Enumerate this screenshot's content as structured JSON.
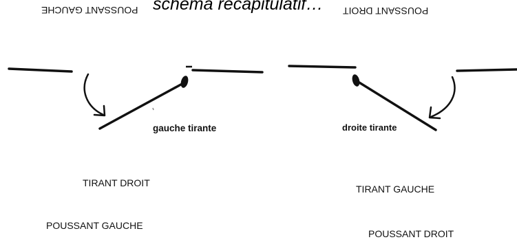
{
  "title": "schéma récapitulatif…",
  "labels": {
    "top_left_flipped": "POUSSANT GAUCHE",
    "top_right_flipped": "POUSSANT DROIT",
    "left_caption": "gauche tirante",
    "right_caption": "droite tirante",
    "left_bottom_1": "TIRANT DROIT",
    "left_bottom_2": "POUSSANT GAUCHE",
    "right_bottom_1": "TIRANT GAUCHE",
    "right_bottom_2": "POUSSANT DROIT"
  },
  "colors": {
    "ink": "#111111",
    "background": "#ffffff"
  },
  "icons": {
    "arrows": "curved-arrow-icon",
    "pivot": "pivot-dot-icon"
  }
}
